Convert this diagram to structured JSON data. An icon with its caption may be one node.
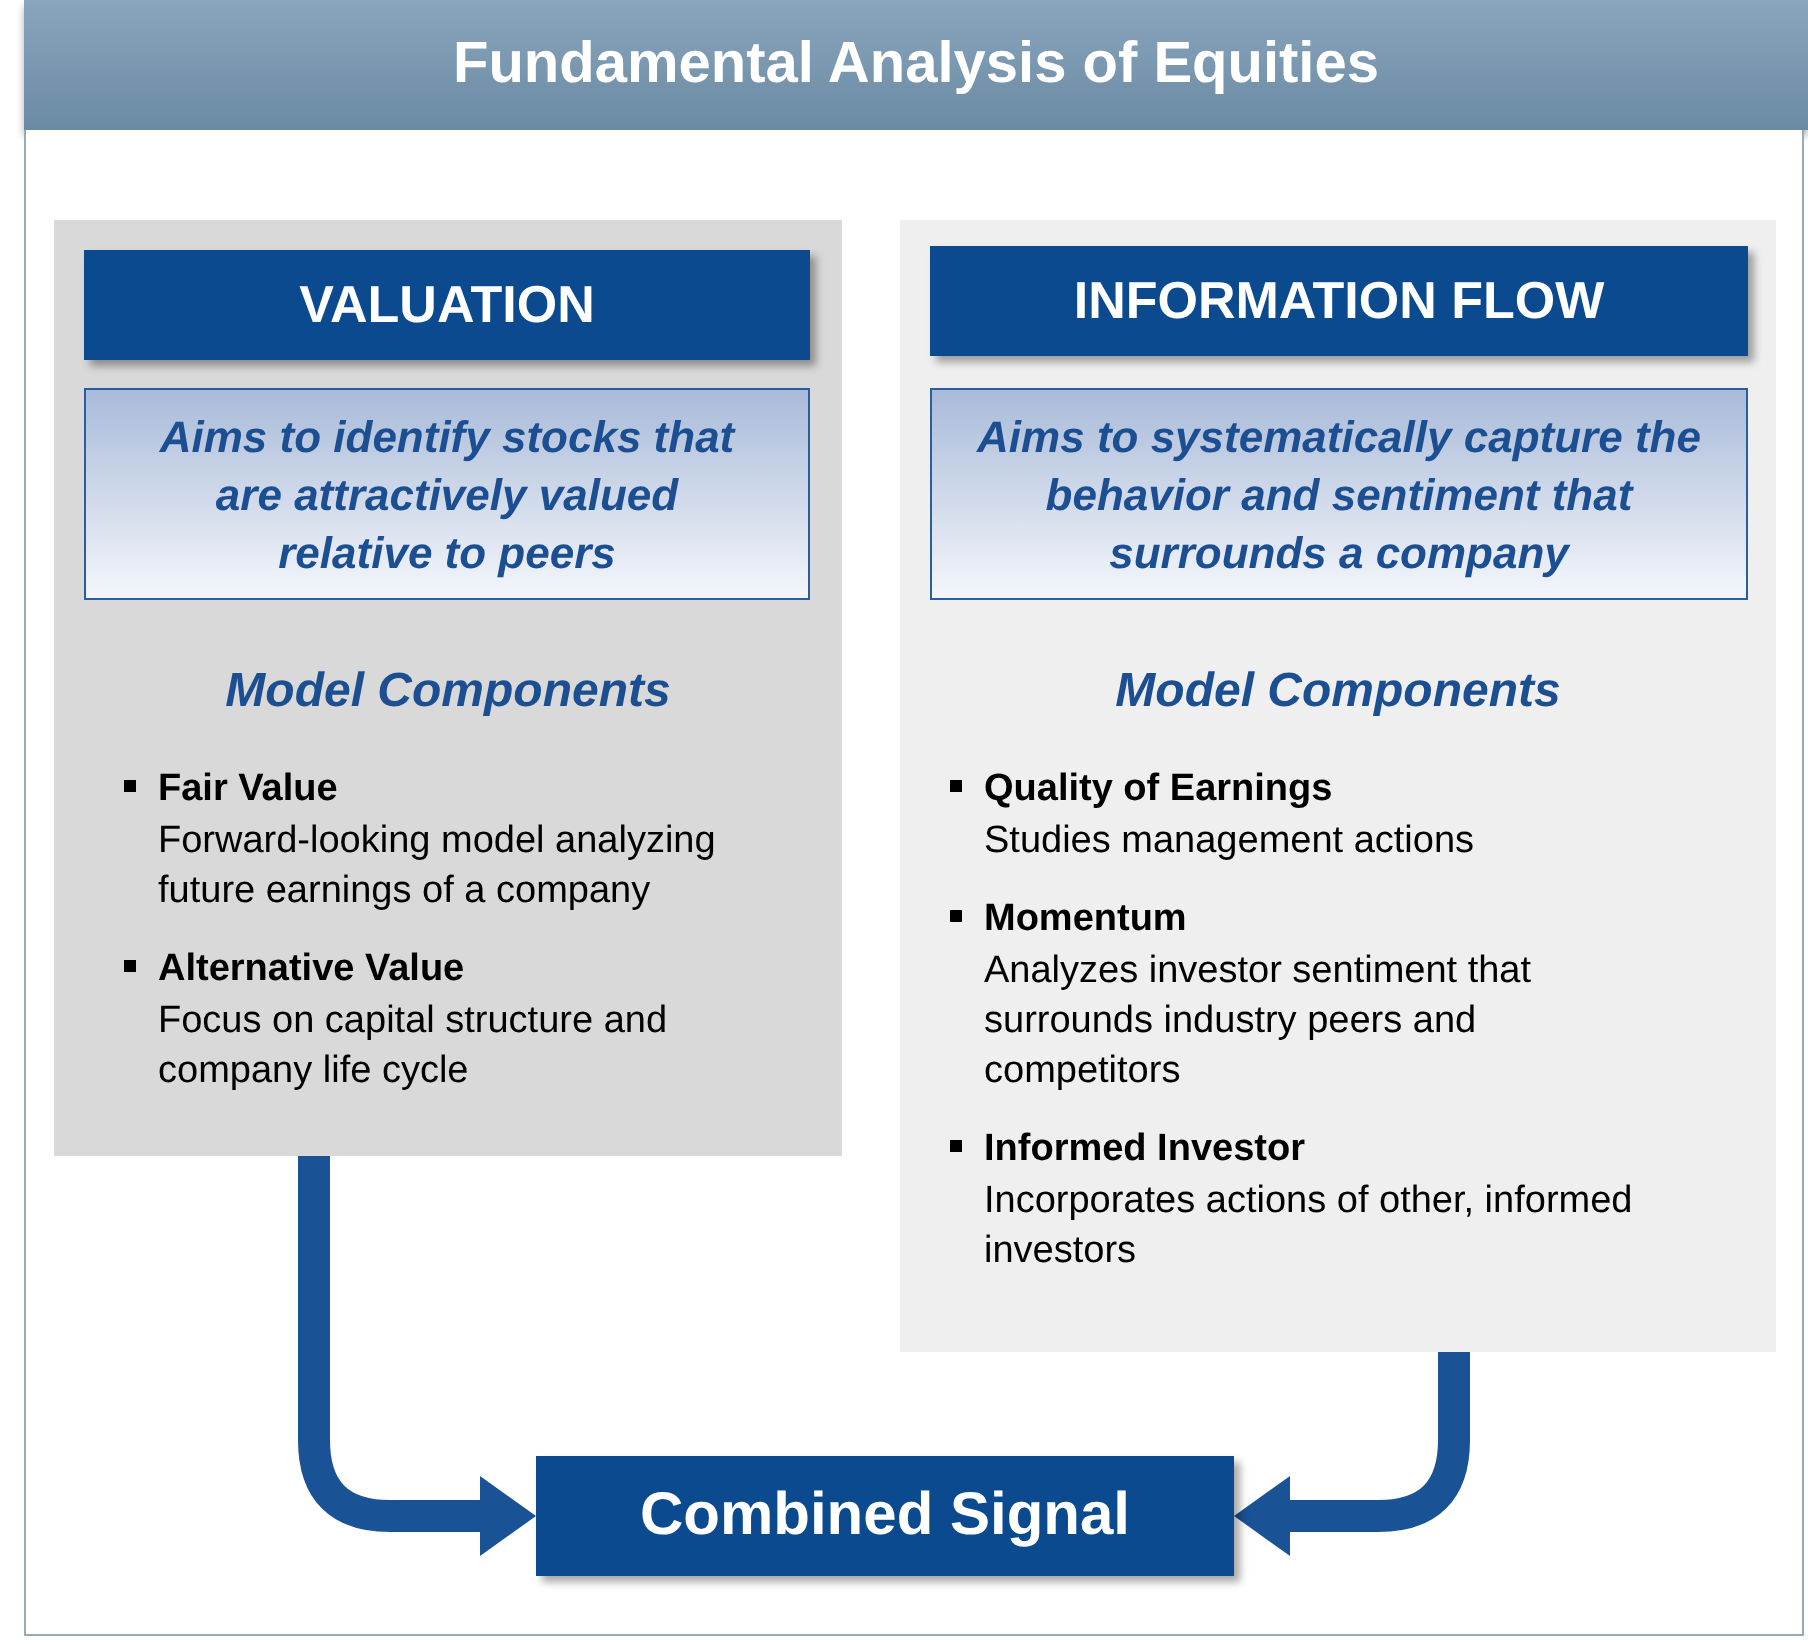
{
  "diagram": {
    "title": "Fundamental Analysis of Equities",
    "nodes": [
      {
        "text": [
          "Model Components",
          "Fair Value",
          "Forward-looking model analyzing future earnings of a company",
          "Alternative Value",
          "Focus on capital structure and company life cycle"
        ]
      },
      {
        "text": [
          "VALUATION"
        ],
        "in": 0
      },
      {
        "text": [
          "Aims to identify stocks that are attractively valued relative to peers"
        ],
        "in": 0
      },
      {
        "text": [
          "Model Components",
          "Quality of Earnings",
          "Studies management actions",
          "Momentum",
          "Analyzes investor sentiment that surrounds industry peers and competitors",
          "Informed Investor",
          "Incorporates actions of other, informed investors"
        ]
      },
      {
        "text": [
          "INFORMATION FLOW"
        ],
        "in": 3
      },
      {
        "text": [
          "Aims to systematically capture the behavior and sentiment that surrounds a company"
        ],
        "in": 3
      },
      {
        "text": [
          "Combined Signal"
        ]
      }
    ],
    "edges": [
      {
        "from": 0,
        "to": 6,
        "arrow": "to"
      },
      {
        "from": 3,
        "to": 6,
        "arrow": "to"
      }
    ]
  }
}
